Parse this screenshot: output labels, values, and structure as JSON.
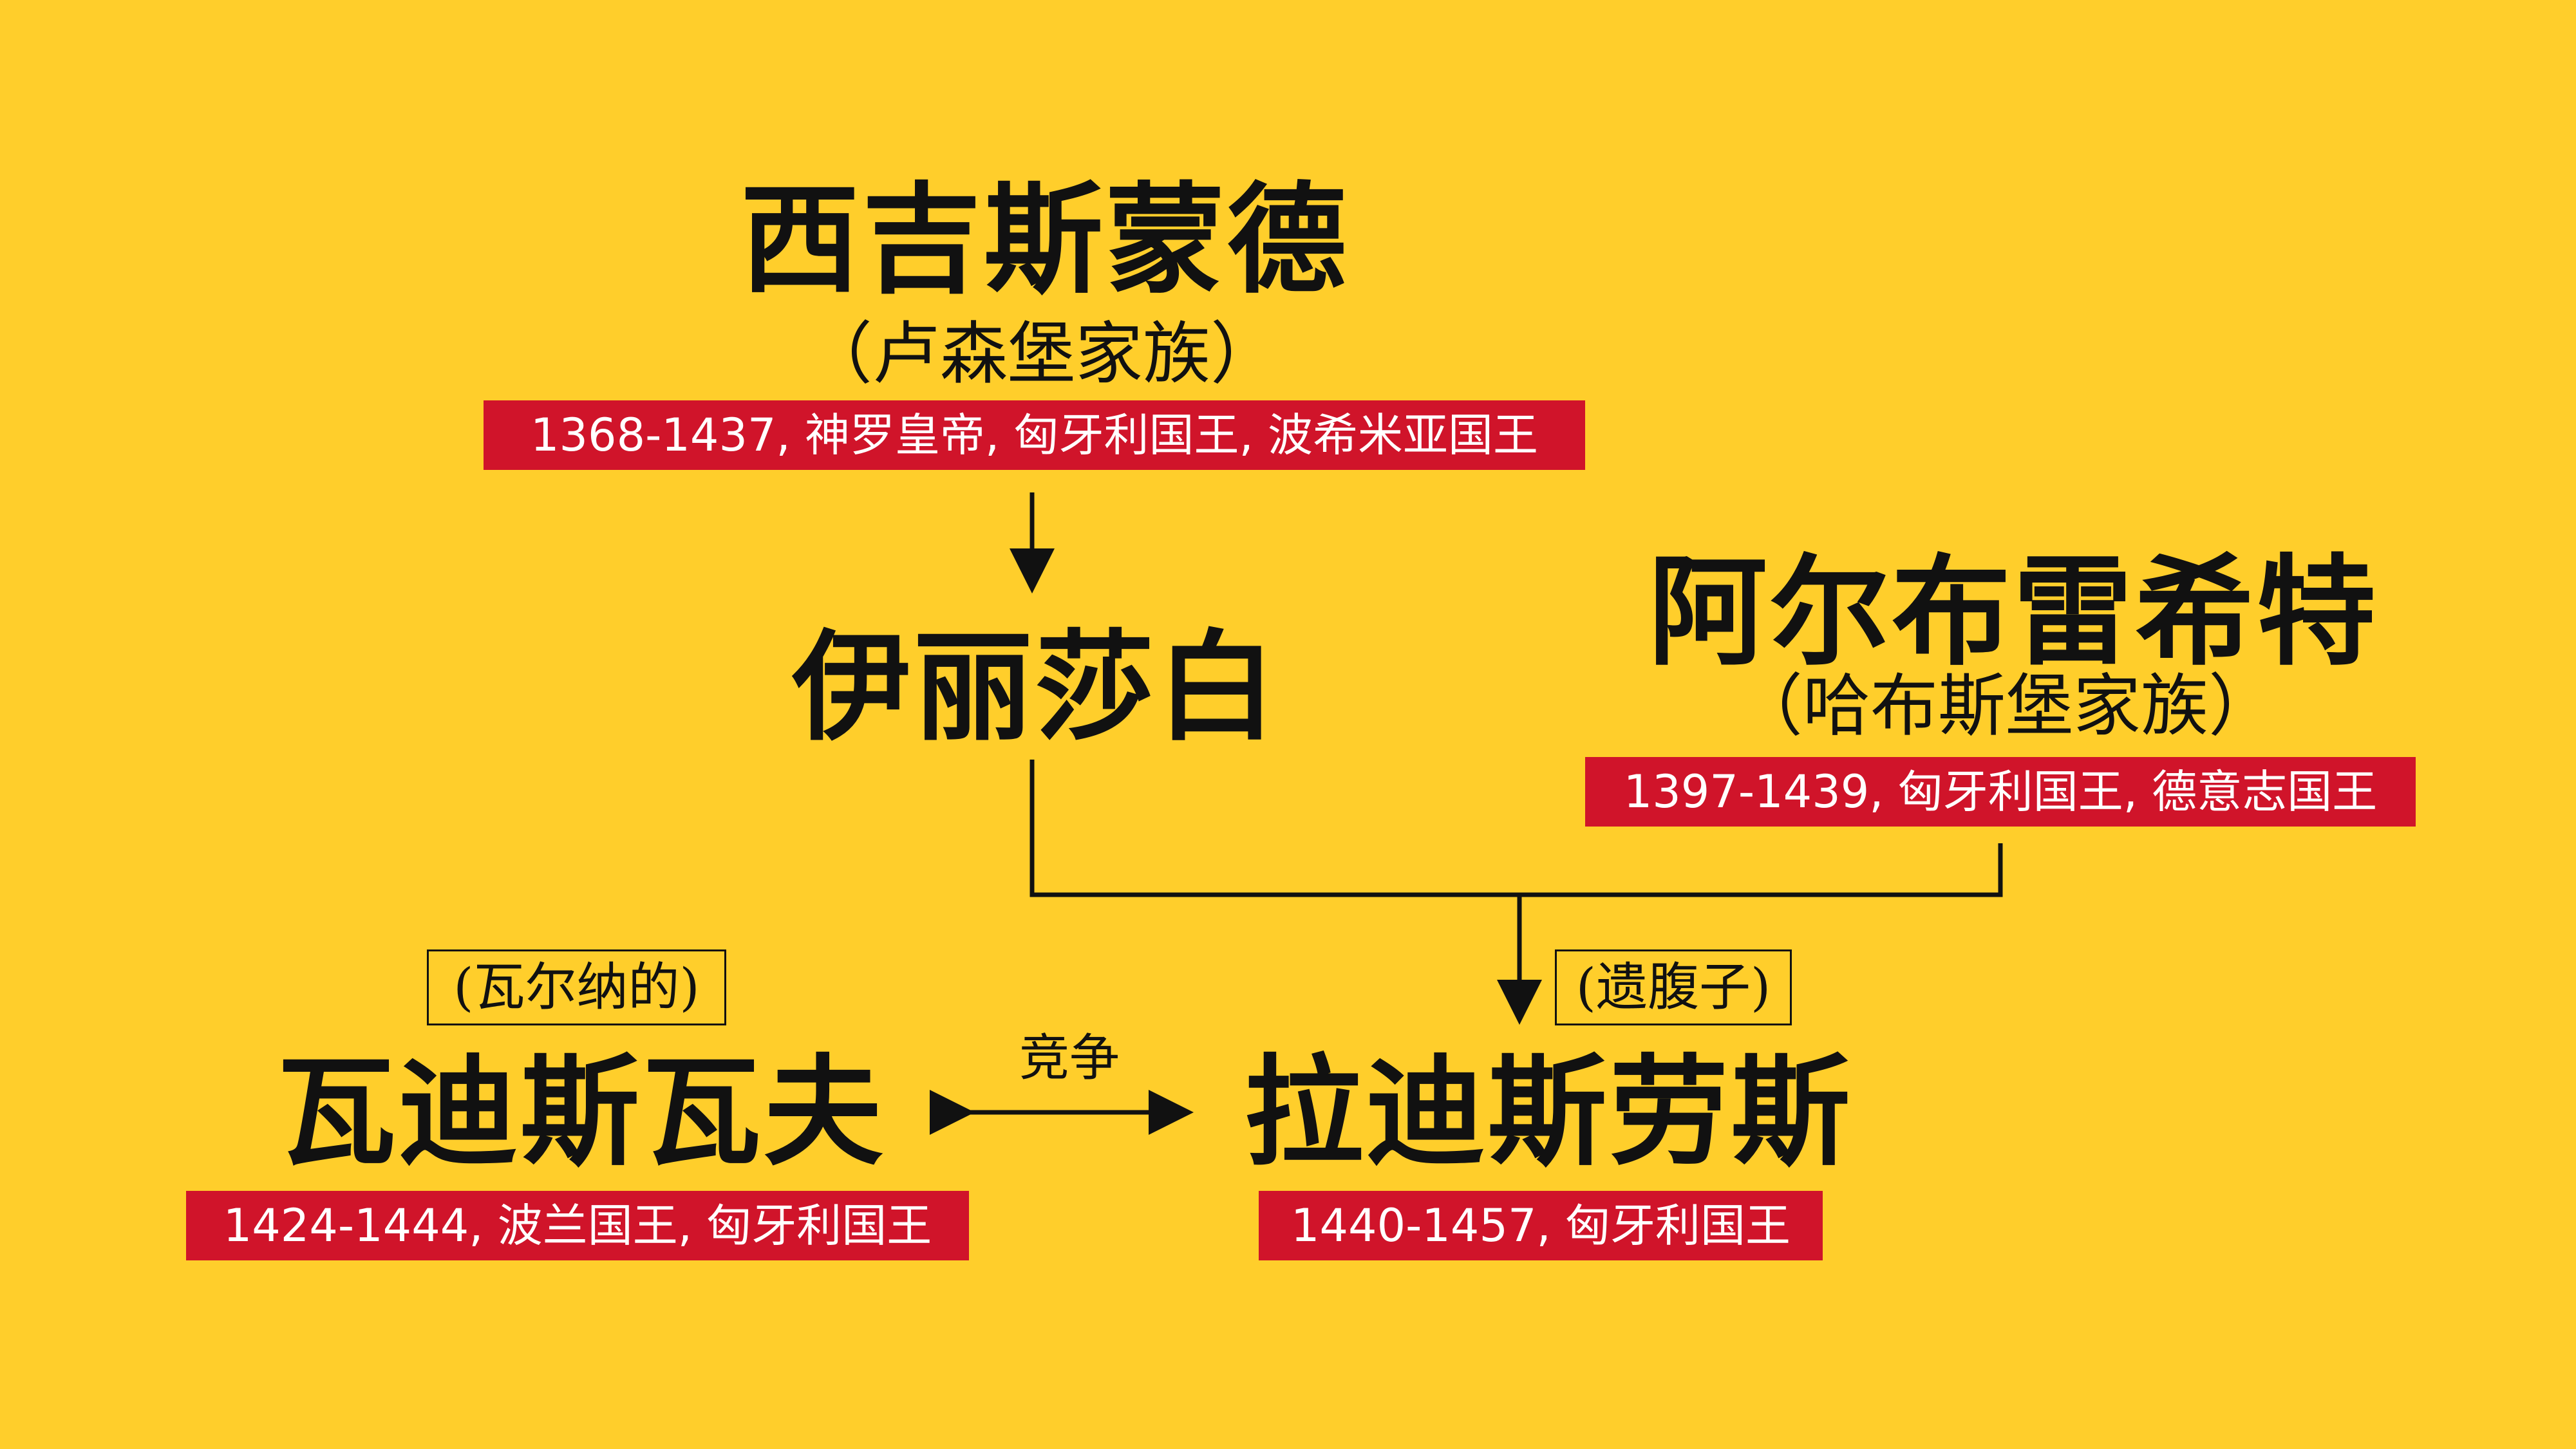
{
  "sigismund": {
    "name": "西吉斯蒙德",
    "house": "（卢森堡家族）",
    "info": "1368-1437, 神罗皇帝, 匈牙利国王, 波希米亚国王"
  },
  "elizabeth": {
    "name": "伊丽莎白"
  },
  "albrecht": {
    "name": "阿尔布雷希特",
    "house": "（哈布斯堡家族）",
    "info": "1397-1439, 匈牙利国王, 德意志国王"
  },
  "wladyslaw": {
    "tag": "(瓦尔纳的)",
    "name": "瓦迪斯瓦夫",
    "info": "1424-1444, 波兰国王, 匈牙利国王"
  },
  "ladislaus": {
    "tag": "(遗腹子)",
    "name": "拉迪斯劳斯",
    "info": "1440-1457, 匈牙利国王"
  },
  "rivalry_label": "竞争",
  "colors": {
    "background": "#FFCE2B",
    "info_box": "#D0142A",
    "text": "#111111"
  }
}
